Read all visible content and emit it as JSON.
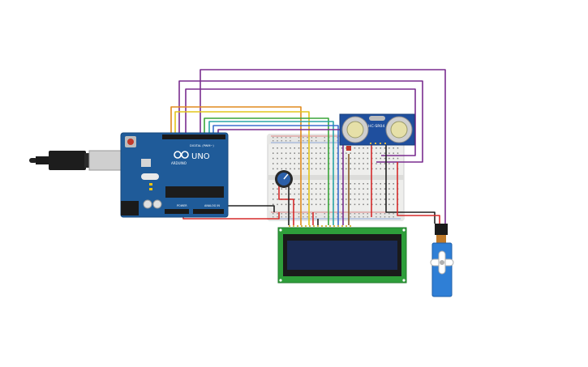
{
  "arduino": {
    "brand": "ARDUINO",
    "model": "UNO",
    "digital_label": "DIGITAL (PWM~)",
    "power_label": "POWER",
    "analog_label": "ANALOG IN"
  },
  "sensor": {
    "label": "HC-SR04"
  },
  "colors": {
    "board": "#1f5b99",
    "wire_purple": "#7a2d8f",
    "wire_orange": "#e08a1e",
    "wire_yellow": "#e3c51b",
    "wire_green": "#3aa63a",
    "wire_teal": "#2aa6a6",
    "wire_blue": "#3b6fd0",
    "wire_red": "#d62b2b",
    "wire_black": "#222222",
    "lcd_screen": "#1b2a52",
    "lcd_pcb": "#2e9e3a",
    "servo": "#2f7fd6"
  },
  "icons": [
    "usb-plug-icon",
    "potentiometer-icon",
    "servo-horn-icon"
  ]
}
